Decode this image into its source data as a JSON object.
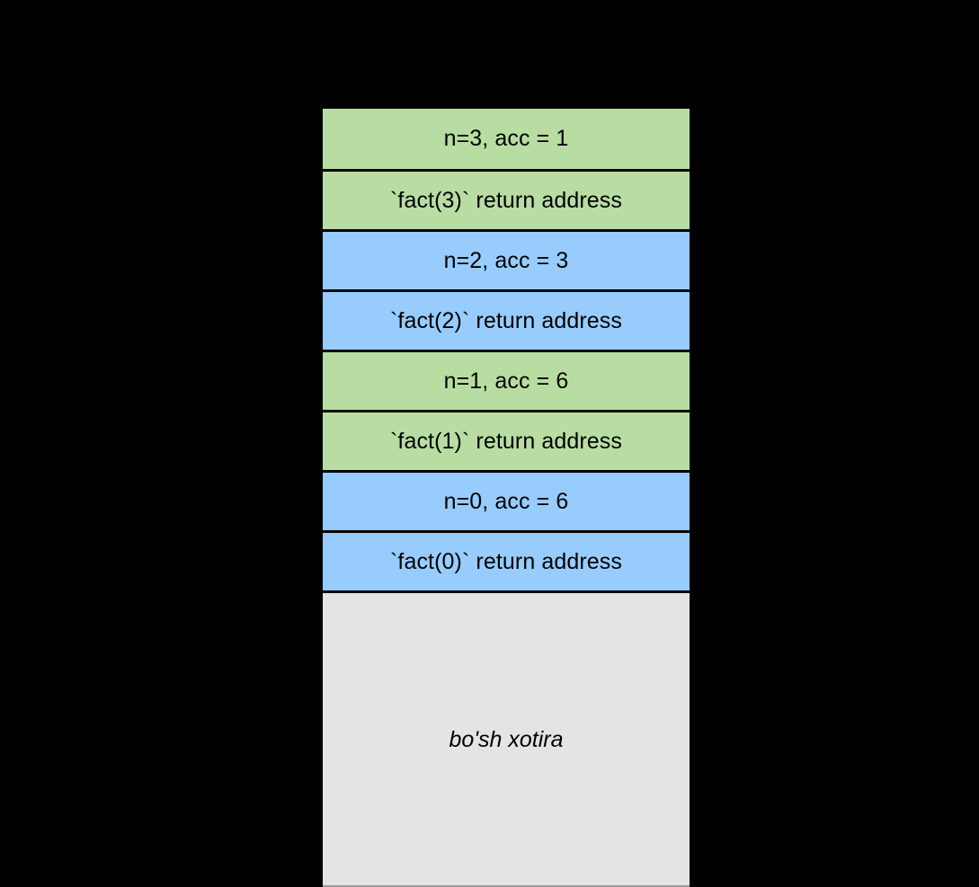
{
  "diagram": {
    "type": "call-stack-diagram",
    "colors": {
      "background": "#000000",
      "frame_green": "#b8dda2",
      "frame_blue": "#97ccfd",
      "free_memory": "#e4e4e4",
      "border": "#000000",
      "text": "#000000"
    },
    "stack_rows": [
      {
        "label": "n=3, acc = 1",
        "color": "#b8dda2"
      },
      {
        "label": "`fact(3)` return address",
        "color": "#b8dda2"
      },
      {
        "label": "n=2, acc = 3",
        "color": "#97ccfd"
      },
      {
        "label": "`fact(2)` return address",
        "color": "#97ccfd"
      },
      {
        "label": "n=1, acc = 6",
        "color": "#b8dda2"
      },
      {
        "label": "`fact(1)` return address",
        "color": "#b8dda2"
      },
      {
        "label": "n=0, acc = 6",
        "color": "#97ccfd"
      },
      {
        "label": "`fact(0)` return address",
        "color": "#97ccfd"
      }
    ],
    "free_memory": {
      "label": "bo'sh xotira"
    }
  }
}
